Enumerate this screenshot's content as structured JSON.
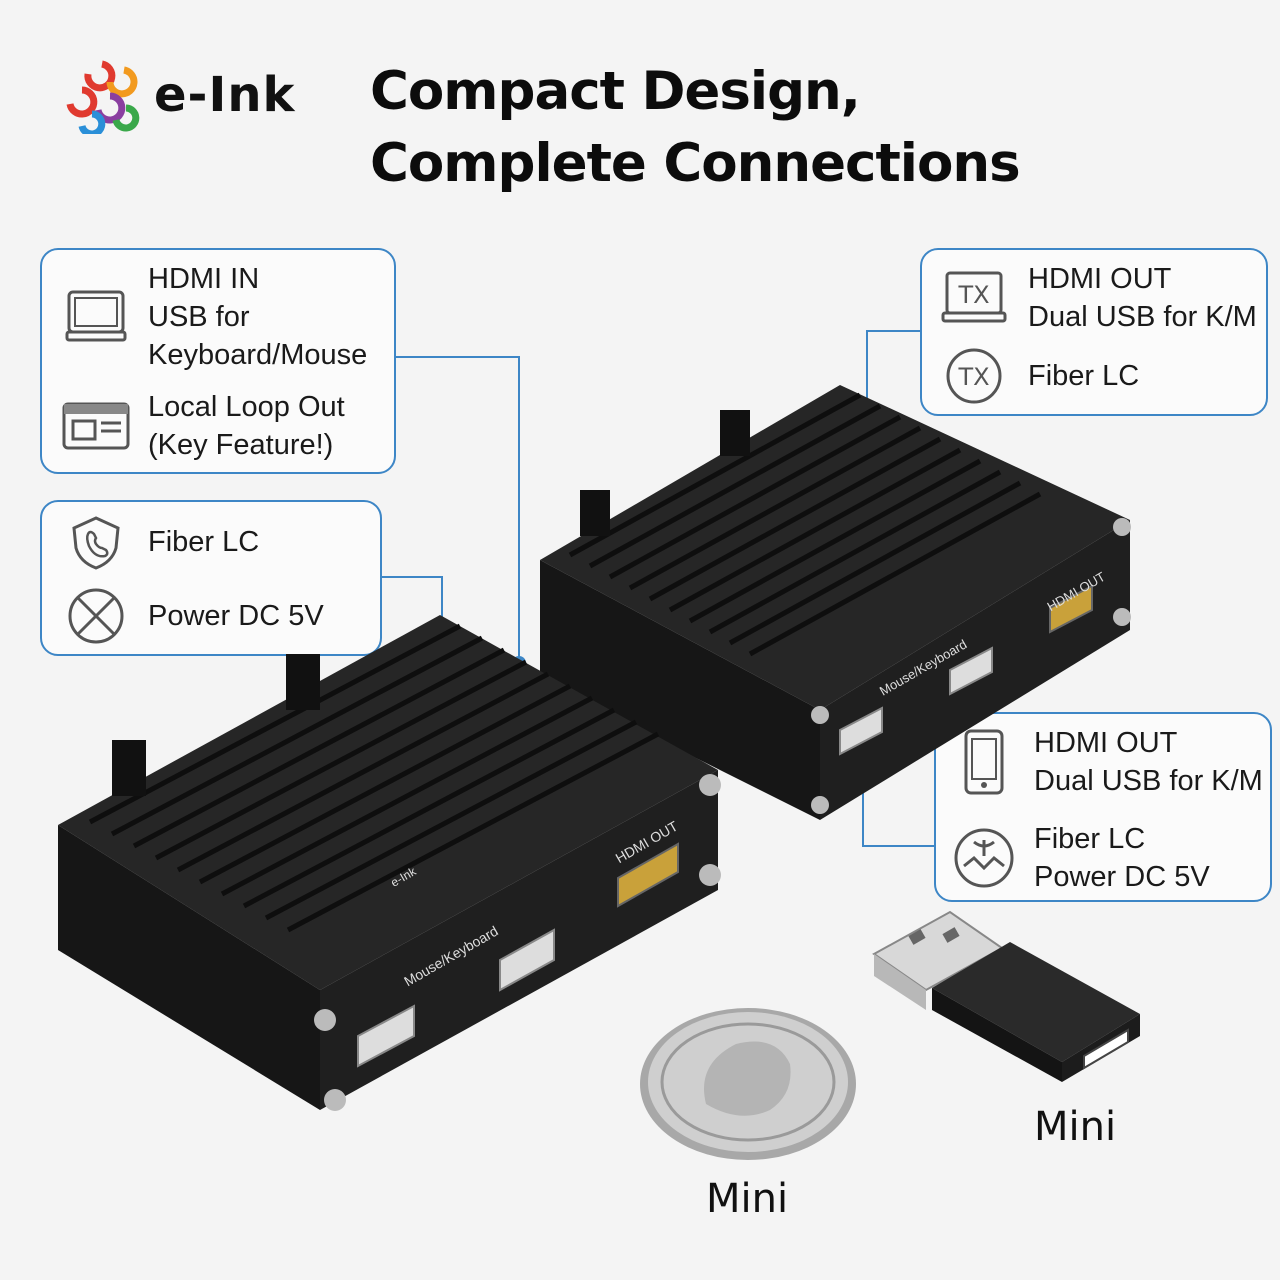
{
  "brand": {
    "name": "e-Ink"
  },
  "headline": {
    "line1": "Compact Design,",
    "line2": "Complete Connections"
  },
  "callouts": {
    "left_top": {
      "group1": [
        "HDMI IN",
        "USB for",
        "Keyboard/Mouse"
      ],
      "group2": [
        "Local Loop Out",
        "(Key Feature!)"
      ],
      "icons": [
        "monitor-icon",
        "window-icon"
      ]
    },
    "left_mid": {
      "item1": "Fiber LC",
      "item2": "Power DC 5V",
      "icons": [
        "shield-phone-icon",
        "power-x-icon"
      ]
    },
    "right_top": {
      "group1": [
        "HDMI OUT",
        "Dual USB for K/M"
      ],
      "group2": [
        "Fiber LC"
      ],
      "icons": [
        "tx-laptop-icon",
        "tx-circle-icon"
      ]
    },
    "right_bottom": {
      "group1": [
        "HDMI OUT",
        "Dual USB for K/M"
      ],
      "group2": [
        "Fiber LC",
        "Power DC 5V"
      ],
      "icons": [
        "tablet-icon",
        "antenna-circle-icon"
      ]
    }
  },
  "device": {
    "hdmi_label": "HDMI OUT",
    "usb_label": "Mouse/Keyboard",
    "logo_label": "e-Ink"
  },
  "captions": {
    "coin": "Mini",
    "usb": "Mini"
  },
  "colors": {
    "accent": "#3d86c6",
    "device": "#1b1b1b"
  }
}
